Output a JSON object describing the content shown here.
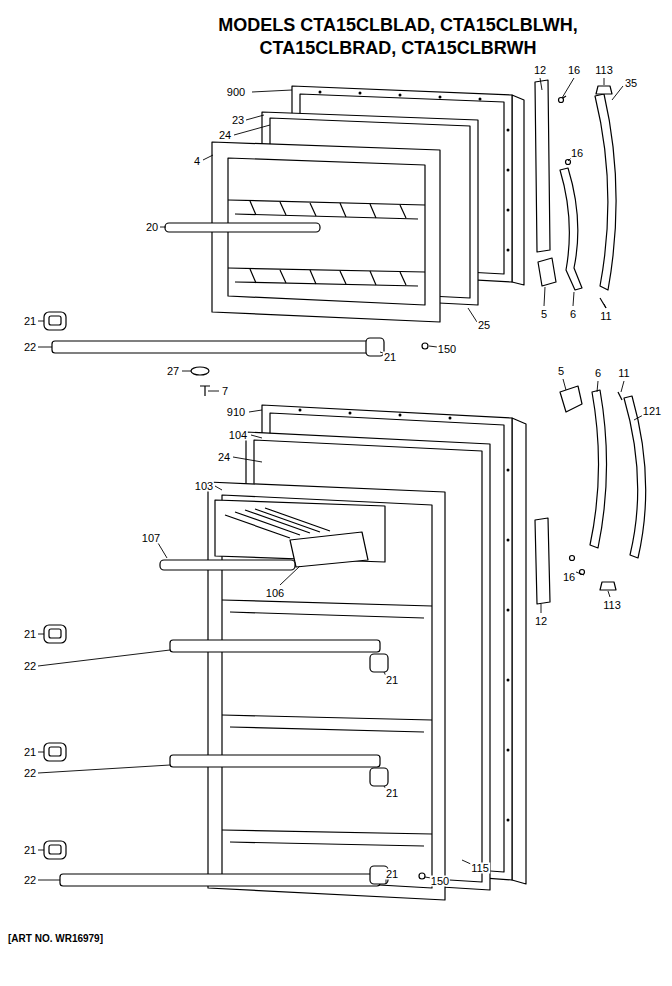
{
  "diagram": {
    "title": "MODELS CTA15CLBLAD, CTA15CLBLWH, CTA15CLBRAD, CTA15CLBRWH",
    "caption": "[ART NO. WR16979]",
    "labels": [
      "900",
      "23",
      "24",
      "4",
      "20",
      "12",
      "16",
      "113",
      "35",
      "16",
      "5",
      "6",
      "11",
      "25",
      "150",
      "21",
      "22",
      "21",
      "27",
      "7",
      "910",
      "104",
      "24",
      "103",
      "107",
      "106",
      "5",
      "6",
      "11",
      "121",
      "16",
      "12",
      "113",
      "21",
      "22",
      "21",
      "21",
      "22",
      "21",
      "21",
      "22",
      "21",
      "115",
      "150"
    ]
  }
}
